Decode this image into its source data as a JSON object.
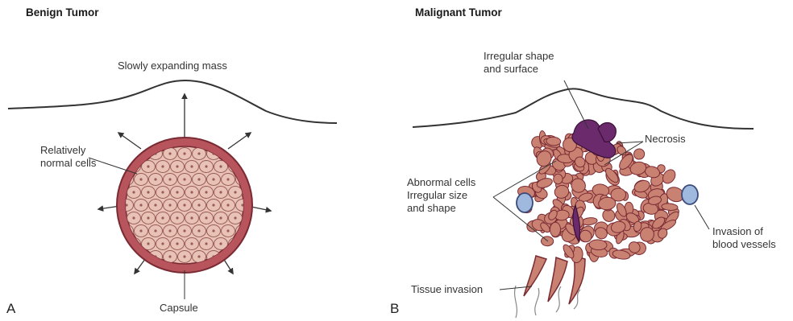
{
  "panel_a": {
    "title": "Benign Tumor",
    "letter": "A",
    "labels": {
      "mass": "Slowly expanding mass",
      "cells": "Relatively\nnormal cells",
      "capsule": "Capsule"
    }
  },
  "panel_b": {
    "title": "Malignant Tumor",
    "letter": "B",
    "labels": {
      "shape": "Irregular shape\nand surface",
      "necrosis": "Necrosis",
      "abnormal": "Abnormal cells\nIrregular size\nand shape",
      "vessels": "Invasion of\nblood vessels",
      "tissue": "Tissue invasion"
    }
  },
  "colors": {
    "capsule": "#b8545c",
    "capsule_dark": "#7a2a33",
    "cell_fill": "#e8c2b4",
    "cell_stroke": "#9a5c5a",
    "malignant_cell": "#c98272",
    "necrosis": "#6b2a6b",
    "vessel": "#9fb8dd",
    "line": "#333333"
  }
}
